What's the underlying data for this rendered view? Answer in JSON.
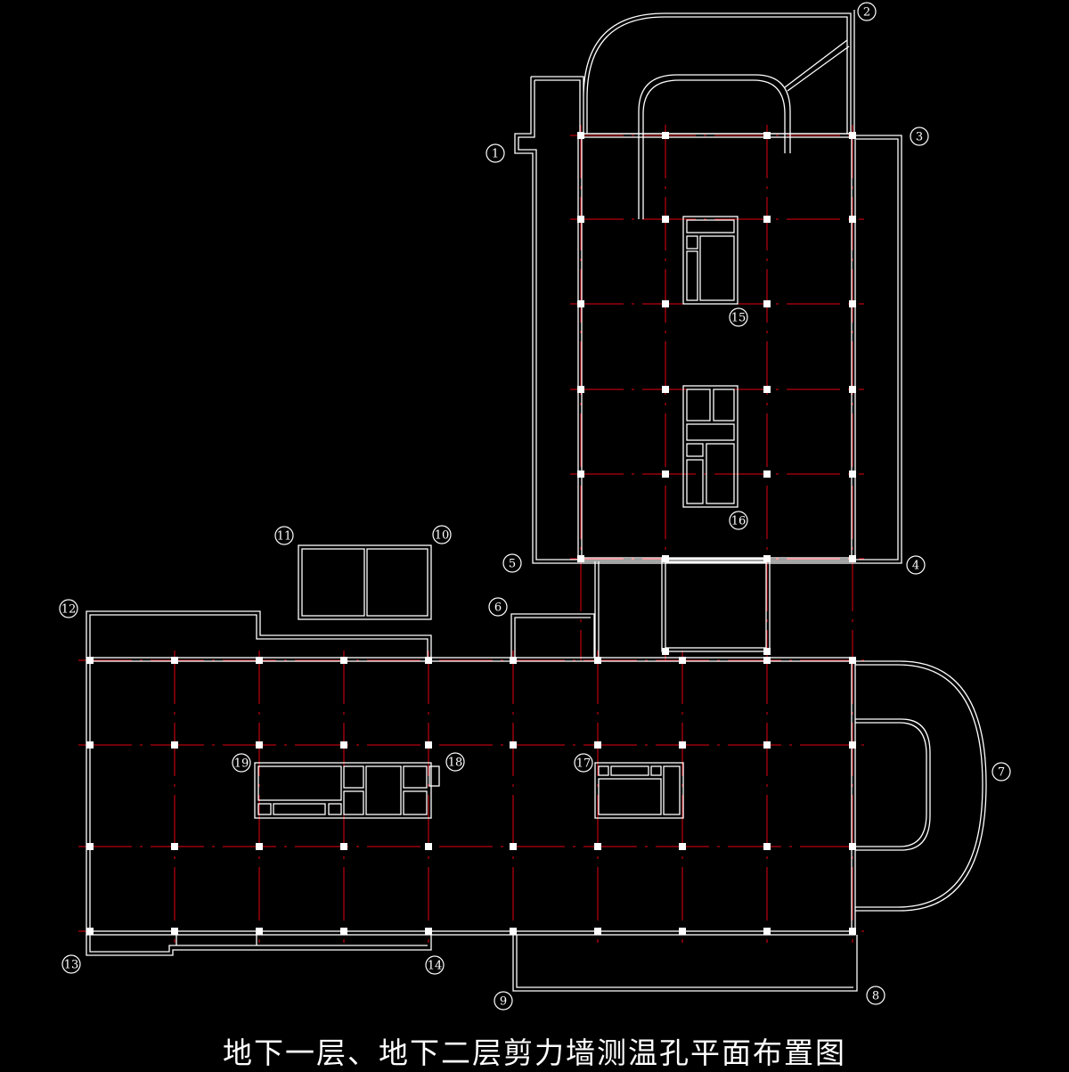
{
  "title": "地下一层、地下二层剪力墙测温孔平面布置图",
  "colors": {
    "background": "#000000",
    "walls": "#ffffff",
    "axis_grid": "#e4000f",
    "columns": "#ffffff"
  },
  "markers": [
    "1",
    "2",
    "3",
    "4",
    "5",
    "6",
    "7",
    "8",
    "9",
    "10",
    "11",
    "12",
    "13",
    "14",
    "15",
    "16",
    "17",
    "18",
    "19"
  ]
}
